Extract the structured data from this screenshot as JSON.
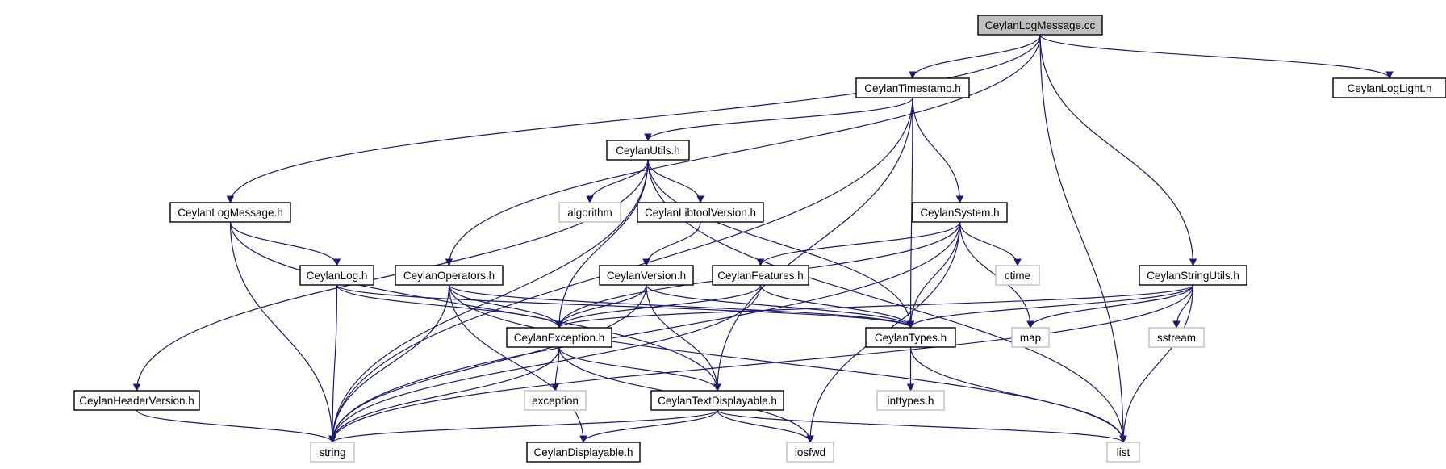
{
  "graph": {
    "colors": {
      "edge": "#191970",
      "main_fill": "#bfbfbf",
      "header_border": "#000000",
      "system_border": "#bfbfbf"
    },
    "nodes": [
      {
        "id": "main",
        "label": "CeylanLogMessage.cc",
        "kind": "main"
      },
      {
        "id": "timestamp",
        "label": "CeylanTimestamp.h",
        "kind": "hdr"
      },
      {
        "id": "loglight",
        "label": "CeylanLogLight.h",
        "kind": "hdr"
      },
      {
        "id": "utils",
        "label": "CeylanUtils.h",
        "kind": "hdr"
      },
      {
        "id": "logmessage",
        "label": "CeylanLogMessage.h",
        "kind": "hdr"
      },
      {
        "id": "algorithm",
        "label": "algorithm",
        "kind": "sys"
      },
      {
        "id": "libtool",
        "label": "CeylanLibtoolVersion.h",
        "kind": "hdr"
      },
      {
        "id": "system",
        "label": "CeylanSystem.h",
        "kind": "hdr"
      },
      {
        "id": "log",
        "label": "CeylanLog.h",
        "kind": "hdr"
      },
      {
        "id": "operators",
        "label": "CeylanOperators.h",
        "kind": "hdr"
      },
      {
        "id": "version",
        "label": "CeylanVersion.h",
        "kind": "hdr"
      },
      {
        "id": "features",
        "label": "CeylanFeatures.h",
        "kind": "hdr"
      },
      {
        "id": "ctime",
        "label": "ctime",
        "kind": "sys"
      },
      {
        "id": "stringutils",
        "label": "CeylanStringUtils.h",
        "kind": "hdr"
      },
      {
        "id": "exception",
        "label": "CeylanException.h",
        "kind": "hdr"
      },
      {
        "id": "types",
        "label": "CeylanTypes.h",
        "kind": "hdr"
      },
      {
        "id": "map",
        "label": "map",
        "kind": "sys"
      },
      {
        "id": "sstream",
        "label": "sstream",
        "kind": "sys"
      },
      {
        "id": "headerversion",
        "label": "CeylanHeaderVersion.h",
        "kind": "hdr"
      },
      {
        "id": "exceptionstd",
        "label": "exception",
        "kind": "sys"
      },
      {
        "id": "textdisplayable",
        "label": "CeylanTextDisplayable.h",
        "kind": "hdr"
      },
      {
        "id": "inttypes",
        "label": "inttypes.h",
        "kind": "sys"
      },
      {
        "id": "string",
        "label": "string",
        "kind": "sys"
      },
      {
        "id": "displayable",
        "label": "CeylanDisplayable.h",
        "kind": "hdr"
      },
      {
        "id": "iosfwd",
        "label": "iosfwd",
        "kind": "sys"
      },
      {
        "id": "list",
        "label": "list",
        "kind": "sys"
      }
    ],
    "edges": [
      [
        "main",
        "timestamp"
      ],
      [
        "main",
        "loglight"
      ],
      [
        "main",
        "logmessage"
      ],
      [
        "main",
        "operators"
      ],
      [
        "main",
        "stringutils"
      ],
      [
        "main",
        "list"
      ],
      [
        "timestamp",
        "utils"
      ],
      [
        "timestamp",
        "system"
      ],
      [
        "timestamp",
        "types"
      ],
      [
        "timestamp",
        "textdisplayable"
      ],
      [
        "timestamp",
        "string"
      ],
      [
        "utils",
        "algorithm"
      ],
      [
        "utils",
        "libtool"
      ],
      [
        "utils",
        "exception"
      ],
      [
        "utils",
        "types"
      ],
      [
        "utils",
        "headerversion"
      ],
      [
        "utils",
        "string"
      ],
      [
        "utils",
        "list"
      ],
      [
        "logmessage",
        "log"
      ],
      [
        "logmessage",
        "textdisplayable"
      ],
      [
        "logmessage",
        "string"
      ],
      [
        "libtool",
        "version"
      ],
      [
        "system",
        "features"
      ],
      [
        "system",
        "ctime"
      ],
      [
        "system",
        "map"
      ],
      [
        "system",
        "types"
      ],
      [
        "system",
        "exception"
      ],
      [
        "system",
        "string"
      ],
      [
        "system",
        "iosfwd"
      ],
      [
        "log",
        "exception"
      ],
      [
        "log",
        "types"
      ],
      [
        "log",
        "string"
      ],
      [
        "operators",
        "exception"
      ],
      [
        "operators",
        "types"
      ],
      [
        "operators",
        "string"
      ],
      [
        "operators",
        "displayable"
      ],
      [
        "operators",
        "list"
      ],
      [
        "version",
        "exception"
      ],
      [
        "version",
        "types"
      ],
      [
        "version",
        "textdisplayable"
      ],
      [
        "version",
        "string"
      ],
      [
        "features",
        "exception"
      ],
      [
        "features",
        "types"
      ],
      [
        "features",
        "string"
      ],
      [
        "stringutils",
        "exception"
      ],
      [
        "stringutils",
        "types"
      ],
      [
        "stringutils",
        "map"
      ],
      [
        "stringutils",
        "sstream"
      ],
      [
        "stringutils",
        "list"
      ],
      [
        "stringutils",
        "string"
      ],
      [
        "exception",
        "exceptionstd"
      ],
      [
        "exception",
        "textdisplayable"
      ],
      [
        "exception",
        "string"
      ],
      [
        "exception",
        "iosfwd"
      ],
      [
        "types",
        "inttypes"
      ],
      [
        "types",
        "list"
      ],
      [
        "headerversion",
        "string"
      ],
      [
        "textdisplayable",
        "displayable"
      ],
      [
        "textdisplayable",
        "iosfwd"
      ],
      [
        "textdisplayable",
        "list"
      ],
      [
        "textdisplayable",
        "string"
      ]
    ]
  }
}
